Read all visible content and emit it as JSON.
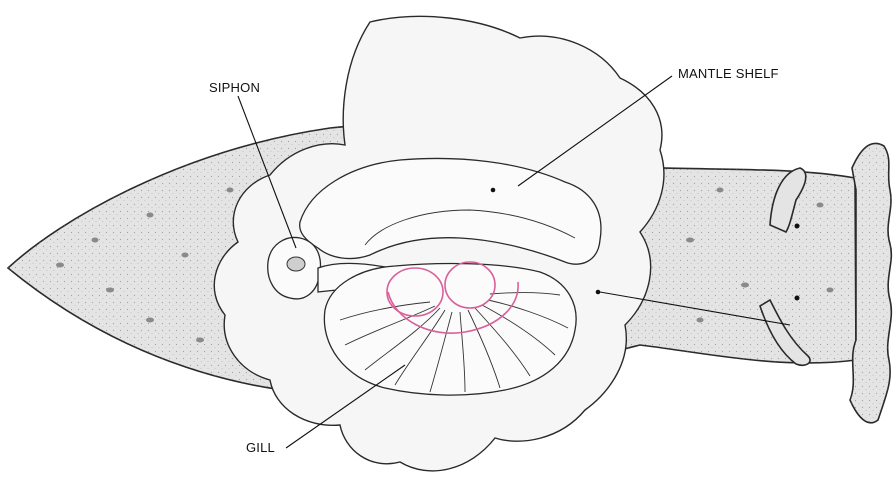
{
  "labels": {
    "siphon": "SIPHON",
    "mantle_shelf": "MANTLE SHELF",
    "gill": "GILL"
  },
  "colors": {
    "outline": "#2a2a2a",
    "body_shading": "#e4e4e4",
    "highlight_circle": "#d9609a"
  }
}
